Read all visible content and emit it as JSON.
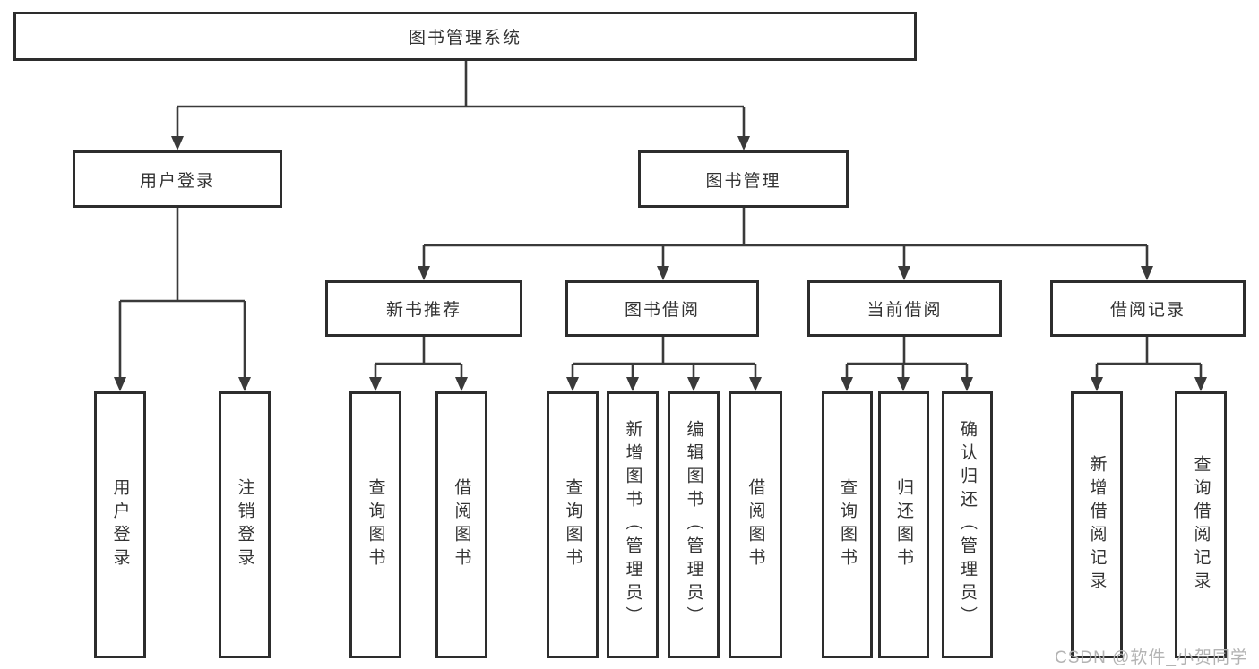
{
  "colors": {
    "line": "#3a3a3a",
    "box-border": "#2d2d2d",
    "text": "#333333",
    "watermark": "#b3b3b3",
    "background": "#ffffff"
  },
  "nodes": {
    "root": "图书管理系统",
    "user_login": "用户登录",
    "book_management": "图书管理",
    "new_book_recommendation": "新书推荐",
    "book_borrowing": "图书借阅",
    "current_borrowing": "当前借阅",
    "borrowing_records": "借阅记录",
    "ul_user_login": "用户登录",
    "ul_logout": "注销登录",
    "nb_query_books": "查询图书",
    "nb_borrow_books": "借阅图书",
    "bb_query_books": "查询图书",
    "bb_add_books": "新增图书（管理员）",
    "bb_edit_books": "编辑图书（管理员）",
    "bb_borrow_books": "借阅图书",
    "cb_query_books": "查询图书",
    "cb_return_books": "归还图书",
    "cb_confirm_return": "确认归还（管理员）",
    "br_add_record": "新增借阅记录",
    "br_query_record": "查询借阅记录"
  },
  "watermark": {
    "text": "CSDN @软件_小贺同学"
  }
}
